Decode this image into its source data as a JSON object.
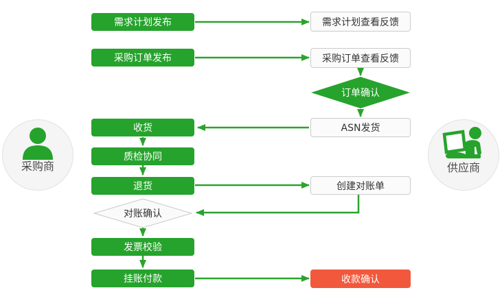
{
  "colors": {
    "green": "#26a32c",
    "arrow_green": "#2aa32d",
    "red": "#f1583c",
    "white_box_border": "#cbcbcb",
    "white_box_bg": "#fbfbfb",
    "text_dark": "#333333",
    "circle_bg": "#f5f5f5"
  },
  "actors": {
    "buyer": {
      "label": "采购商"
    },
    "supplier": {
      "label": "供应商"
    }
  },
  "nodes": {
    "demand_plan_publish": "需求计划发布",
    "demand_plan_feedback": "需求计划查看反馈",
    "po_publish": "采购订单发布",
    "po_feedback": "采购订单查看反馈",
    "order_confirm": "订单确认",
    "asn_ship": "ASN发货",
    "receive": "收货",
    "quality_check": "质检协同",
    "return_goods": "退货",
    "create_statement": "创建对账单",
    "statement_confirm": "对账确认",
    "invoice_verify": "发票校验",
    "payment_on_account": "挂账付款",
    "receipt_confirm": "收款确认"
  }
}
